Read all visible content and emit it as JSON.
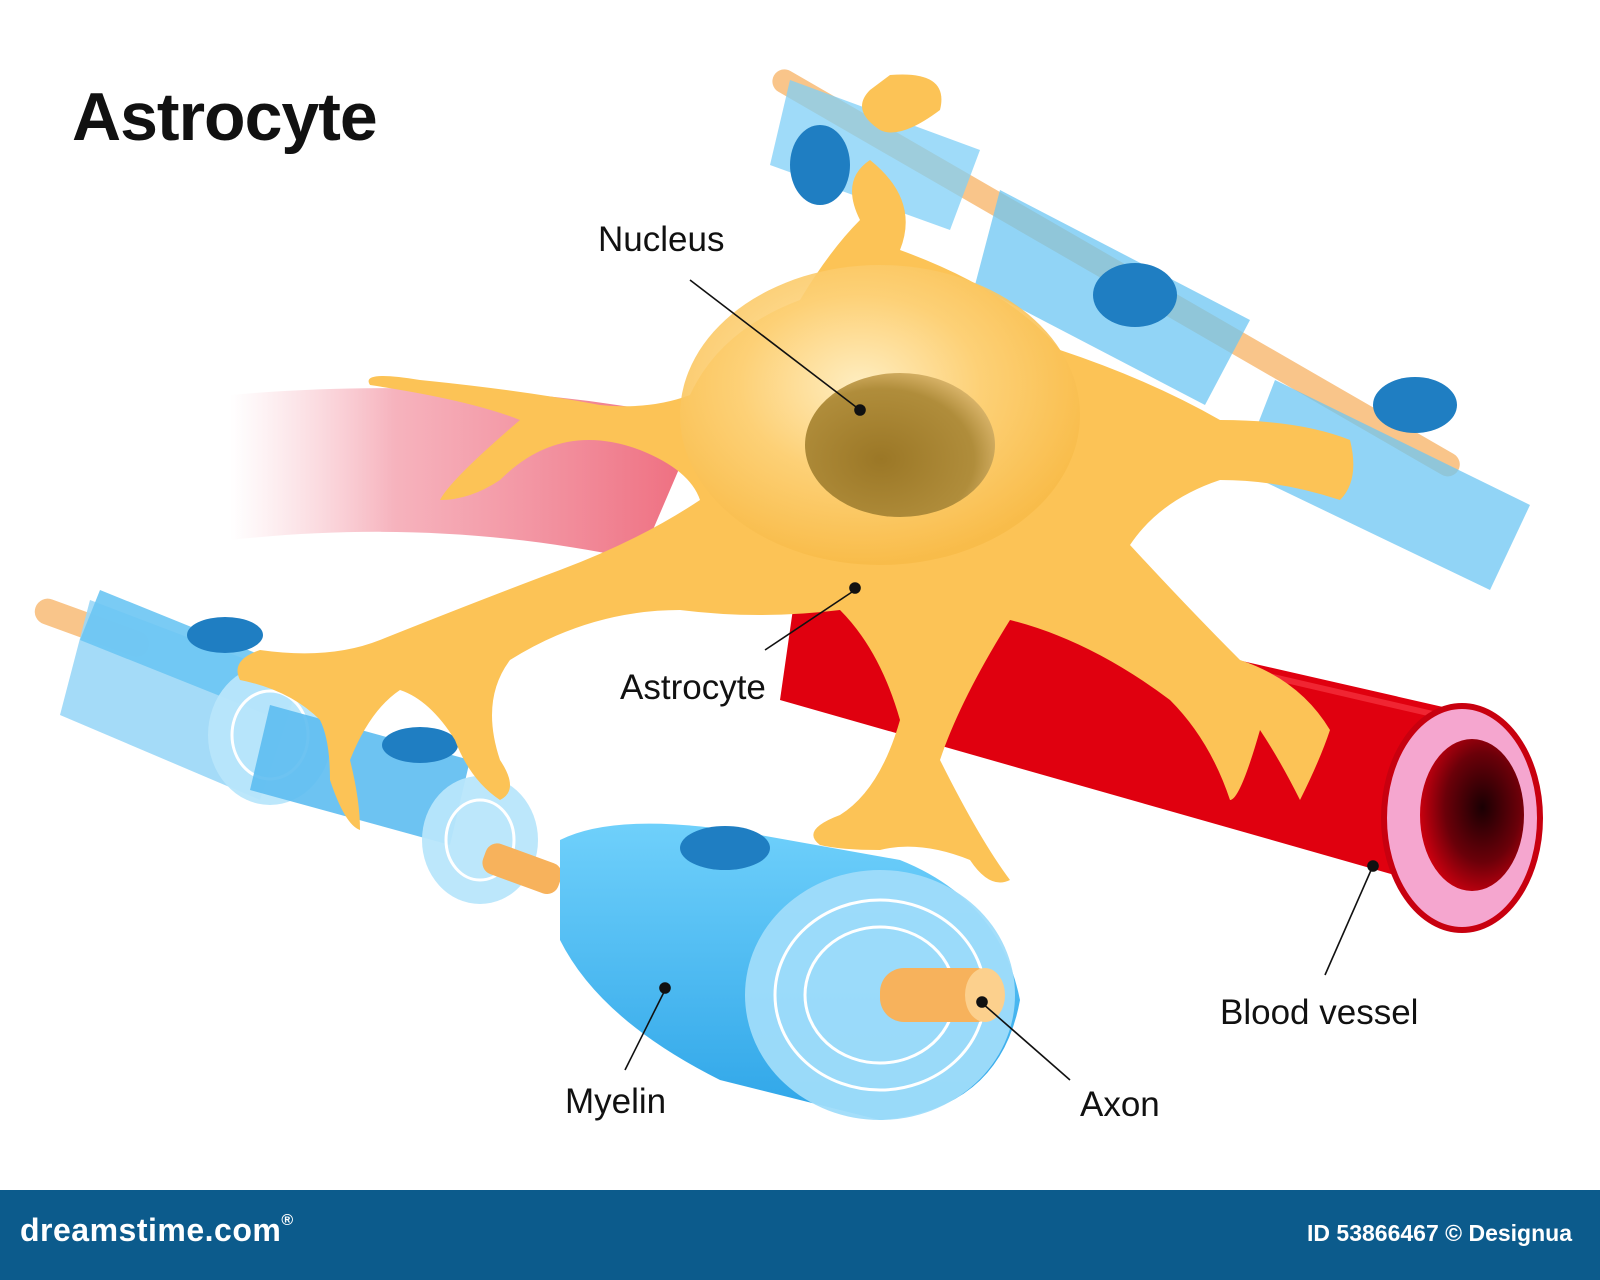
{
  "title": "Astrocyte",
  "labels": {
    "nucleus": "Nucleus",
    "astrocyte": "Astrocyte",
    "myelin": "Myelin",
    "axon": "Axon",
    "blood_vessel": "Blood vessel"
  },
  "footer": {
    "brand": "dreamstime.com",
    "registered_mark": "®",
    "image_id": "ID 53866467 © Designua"
  },
  "colors": {
    "astrocyte": "#fcc356",
    "nucleus": "#a8842c",
    "myelin": "#45b6f0",
    "myelin_nucleus": "#1f7ec2",
    "axon": "#f7b25c",
    "blood_vessel": "#e0000f",
    "vessel_lumen": "#5c0008",
    "vessel_wall": "#f5a6cf",
    "footer_bg": "#0c5b8c"
  }
}
